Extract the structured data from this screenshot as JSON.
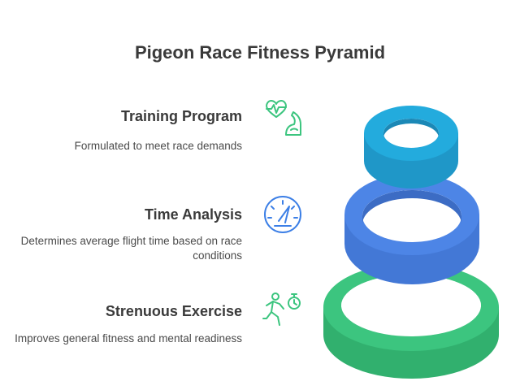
{
  "title": "Pigeon Race Fitness Pyramid",
  "levels": [
    {
      "heading": "Training Program",
      "description": "Formulated to meet race demands",
      "icon": "heart-muscle-icon",
      "color": "#23ABDD"
    },
    {
      "heading": "Time Analysis",
      "description": "Determines average flight time based on race conditions",
      "icon": "speedometer-icon",
      "color": "#4D85E6"
    },
    {
      "heading": "Strenuous Exercise",
      "description": "Improves general fitness and mental readiness",
      "icon": "running-timer-icon",
      "color": "#3CC57F"
    }
  ]
}
